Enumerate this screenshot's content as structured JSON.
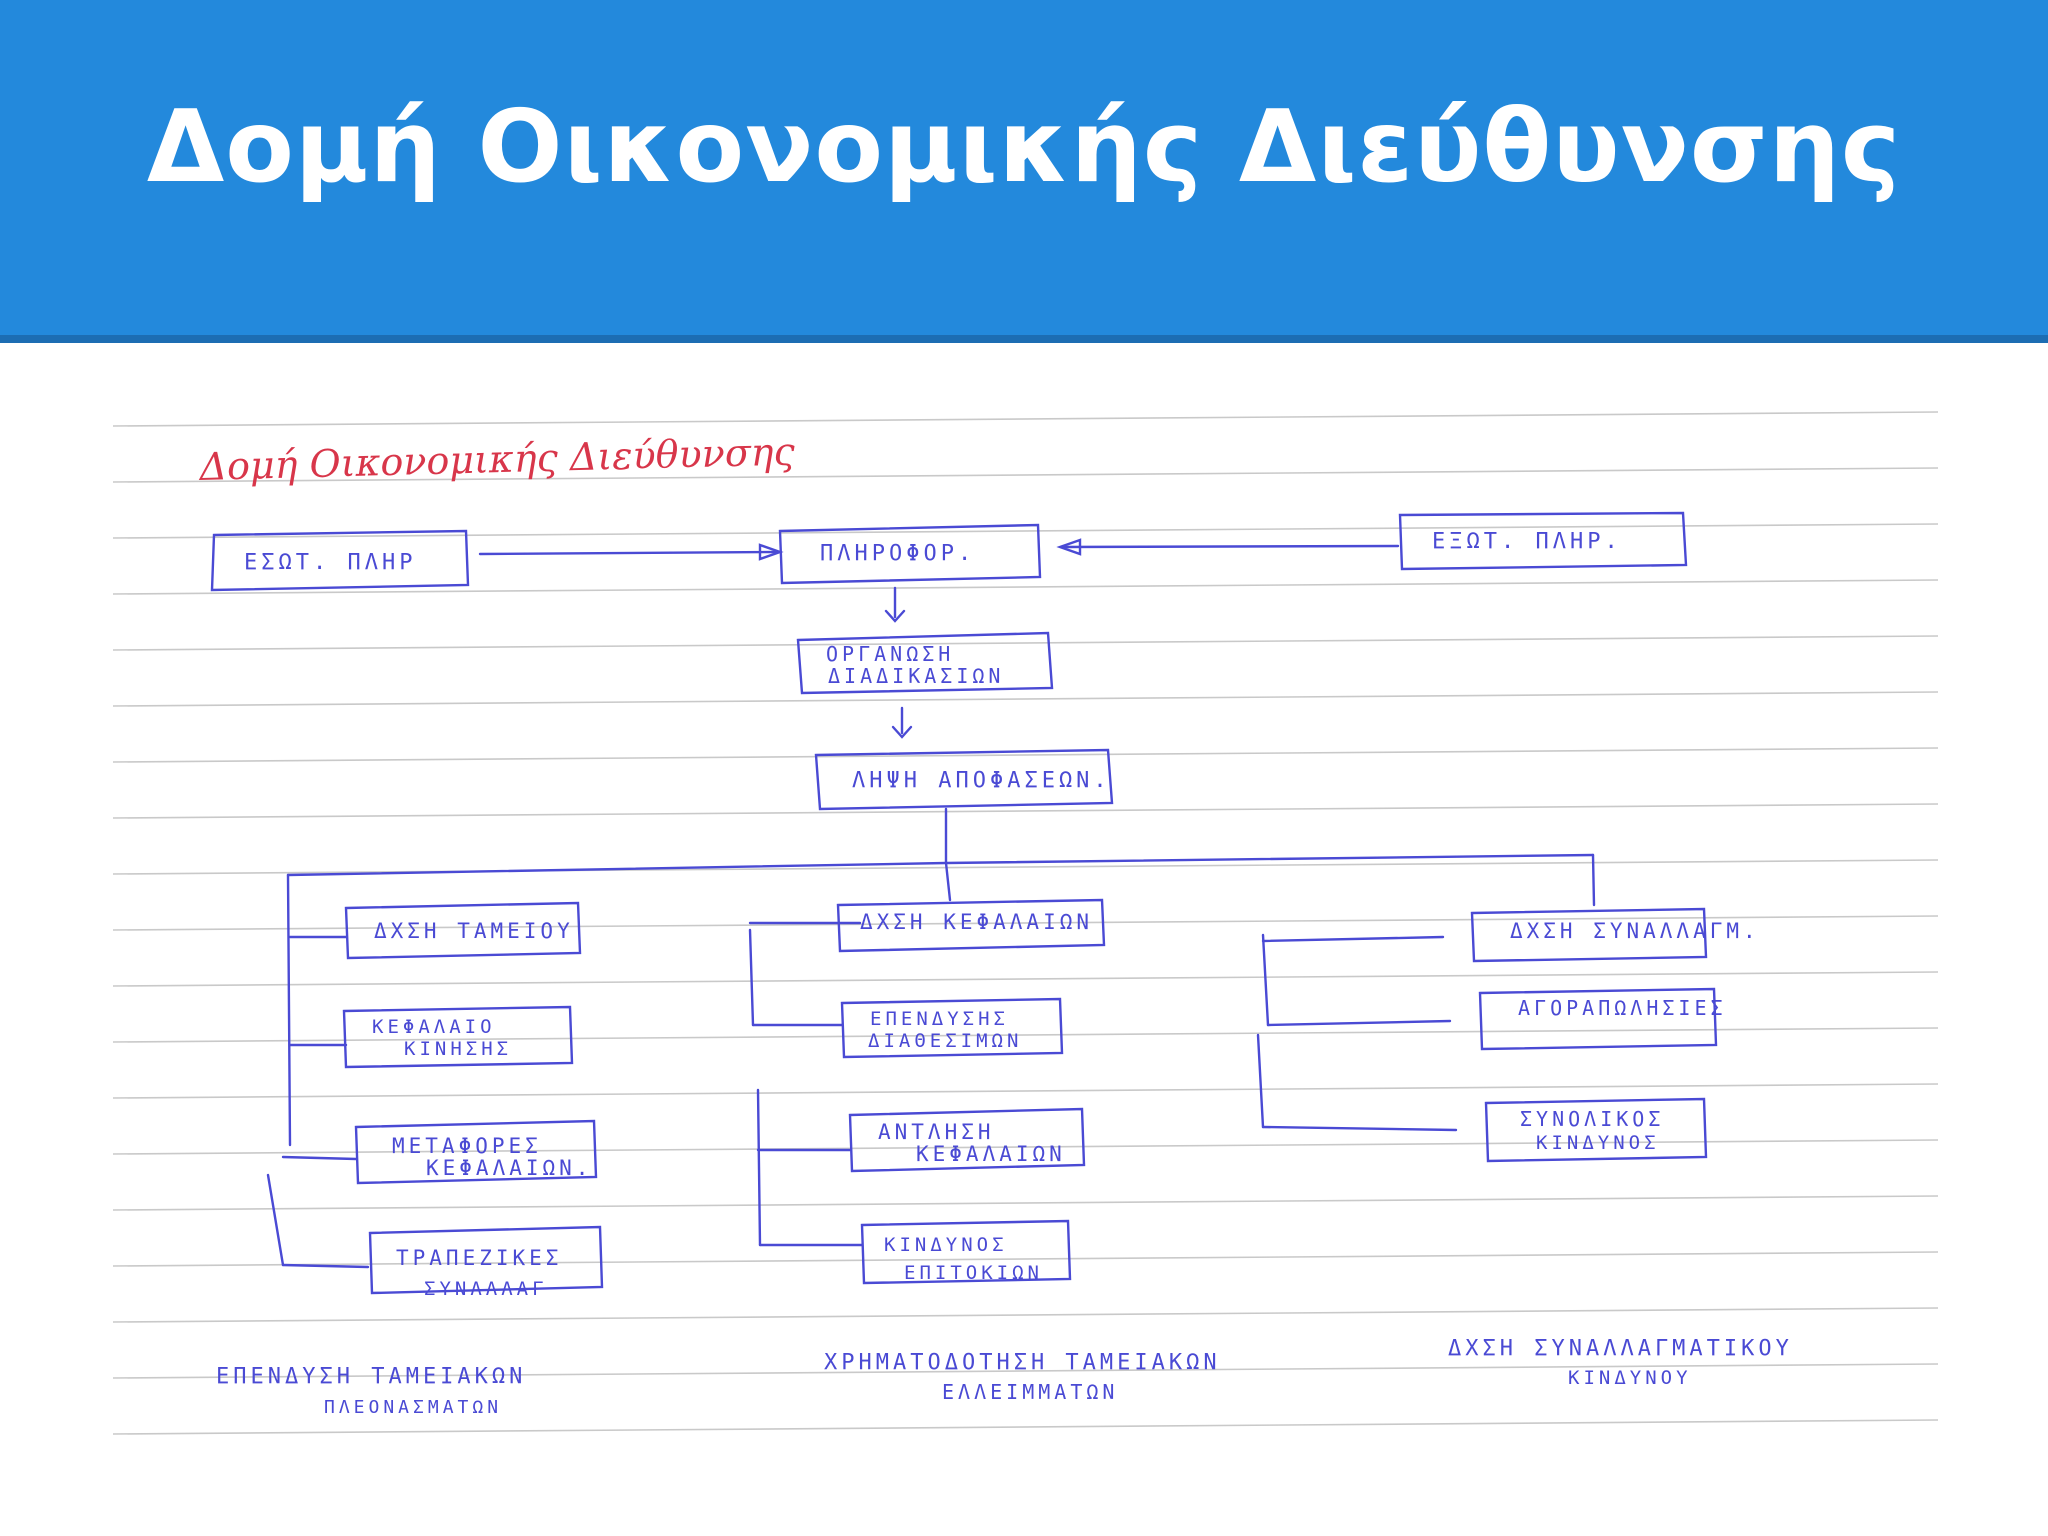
{
  "slide": {
    "title": "Δομή Οικονομικής Διεύθυνσης"
  },
  "sketch": {
    "heading": "Δομή Οικονομικής Διεύθυνσης",
    "top_row": {
      "left_source": "ΕΣΩΤ. ΠΛΗΡ",
      "center": "ΠΛΗΡΟΦΟΡ.",
      "right_source": "ΕΞΩΤ. ΠΛΗΡ."
    },
    "flow": {
      "organization": [
        "ΟΡΓΑΝΩΣΗ",
        "ΔΙΑΔΙΚΑΣΙΩΝ"
      ],
      "decision": "ΛΗΨΗ ΑΠΟΦΑΣΕΩΝ."
    },
    "columns": {
      "left": {
        "head": "ΔΧΣΗ ΤΑΜΕΙΟΥ",
        "items": [
          [
            "ΚΕΦΑΛΑΙΟ",
            "ΚΙΝΗΣΗΣ"
          ],
          [
            "ΜΕΤΑΦΟΡΕΣ",
            "ΚΕΦΑΛΑΙΩΝ."
          ],
          [
            "ΤΡΑΠΕΖΙΚΕΣ",
            "ΣΥΝΑΛΛΑΓ"
          ]
        ],
        "caption": [
          "ΕΠΕΝΔΥΣΗ ΤΑΜΕΙΑΚΩΝ",
          "ΠΛΕΟΝΑΣΜΑΤΩΝ"
        ]
      },
      "middle": {
        "head": "ΔΧΣΗ ΚΕΦΑΛΑΙΩΝ",
        "items": [
          [
            "ΕΠΕΝΔΥΣΗΣ",
            "ΔΙΑΘΕΣΙΜΩΝ"
          ],
          [
            "ΑΝΤΛΗΣΗ",
            "ΚΕΦΑΛΑΙΩΝ"
          ],
          [
            "ΚΙΝΔΥΝΟΣ",
            "ΕΠΙΤΟΚΙΩΝ"
          ]
        ],
        "caption": [
          "ΧΡΗΜΑΤΟΔΟΤΗΣΗ ΤΑΜΕΙΑΚΩΝ",
          "ΕΛΛΕΙΜΜΑΤΩΝ"
        ]
      },
      "right": {
        "head": "ΔΧΣΗ ΣΥΝΑΛΛΑΓΜ.",
        "items": [
          [
            "ΑΓΟΡΑΠΩΛΗΣΙΕΣ"
          ],
          [
            "ΣΥΝΟΛΙΚΟΣ",
            "ΚΙΝΔΥΝΟΣ"
          ]
        ],
        "caption": [
          "ΔΧΣΗ ΣΥΝΑΛΛΑΓΜΑΤΙΚΟΥ",
          "ΚΙΝΔΥΝΟΥ"
        ]
      }
    },
    "colors": {
      "header_bg": "#2389dc",
      "ink_blue": "#4a4ad4",
      "ink_red": "#d8364a",
      "paper_lines": "#c9c9c9"
    }
  }
}
